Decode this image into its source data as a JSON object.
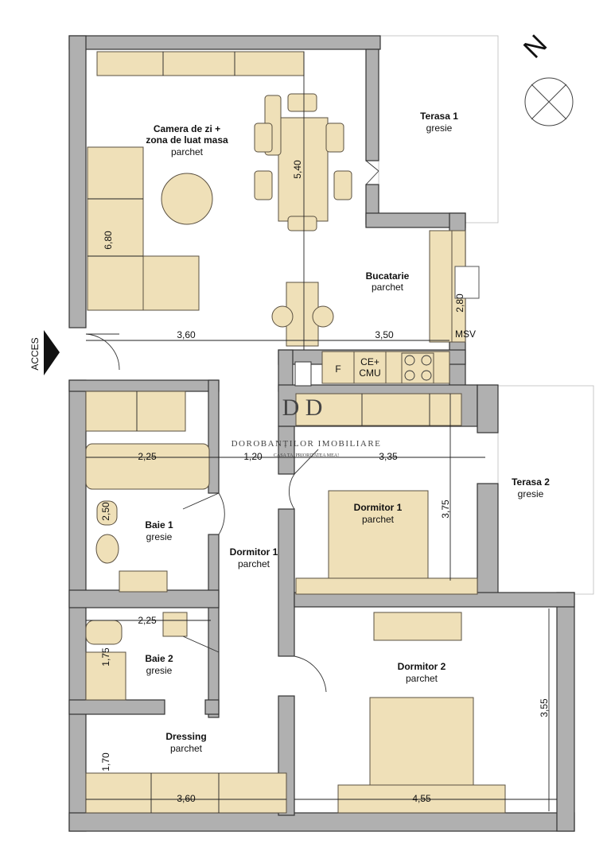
{
  "compass": {
    "label": "N"
  },
  "entrance": {
    "label": "ACCES"
  },
  "rooms": [
    {
      "name": "Camera de zi +",
      "name2": "zona de luat masa",
      "floor": "parchet"
    },
    {
      "name": "Terasa 1",
      "floor": "gresie"
    },
    {
      "name": "Bucatarie",
      "floor": "parchet"
    },
    {
      "name": "Terasa 2",
      "floor": "gresie"
    },
    {
      "name": "Dormitor 1",
      "floor": "parchet"
    },
    {
      "name": "Baie 1",
      "floor": "gresie"
    },
    {
      "name": "Dormitor 1",
      "floor": "parchet"
    },
    {
      "name": "Baie 2",
      "floor": "gresie"
    },
    {
      "name": "Dormitor 2",
      "floor": "parchet"
    },
    {
      "name": "Dressing",
      "floor": "parchet"
    }
  ],
  "appliances": {
    "fridge": "F",
    "boiler": "CE+",
    "boiler2": "CMU",
    "msv": "MSV"
  },
  "dimensions": {
    "living_height": "6,80",
    "dining_length": "5,40",
    "living_width": "3,60",
    "kitchen_width": "3,50",
    "kitchen_depth": "2,80",
    "hall_width": "1,20",
    "bed1_width": "3,35",
    "bed1_depth": "3,75",
    "bath1_width": "2,25",
    "bath1_depth": "2,50",
    "bath2_width": "2,25",
    "bath2_depth": "1,75",
    "dressing_depth": "1,70",
    "dressing_width": "3,60",
    "bed2_width": "4,55",
    "bed2_depth": "3,55"
  },
  "watermark": {
    "logo": "D D",
    "text": "DOROBANȚILOR IMOBILIARE",
    "subtext": "CASA TA, PRIORITATEA MEA!"
  }
}
